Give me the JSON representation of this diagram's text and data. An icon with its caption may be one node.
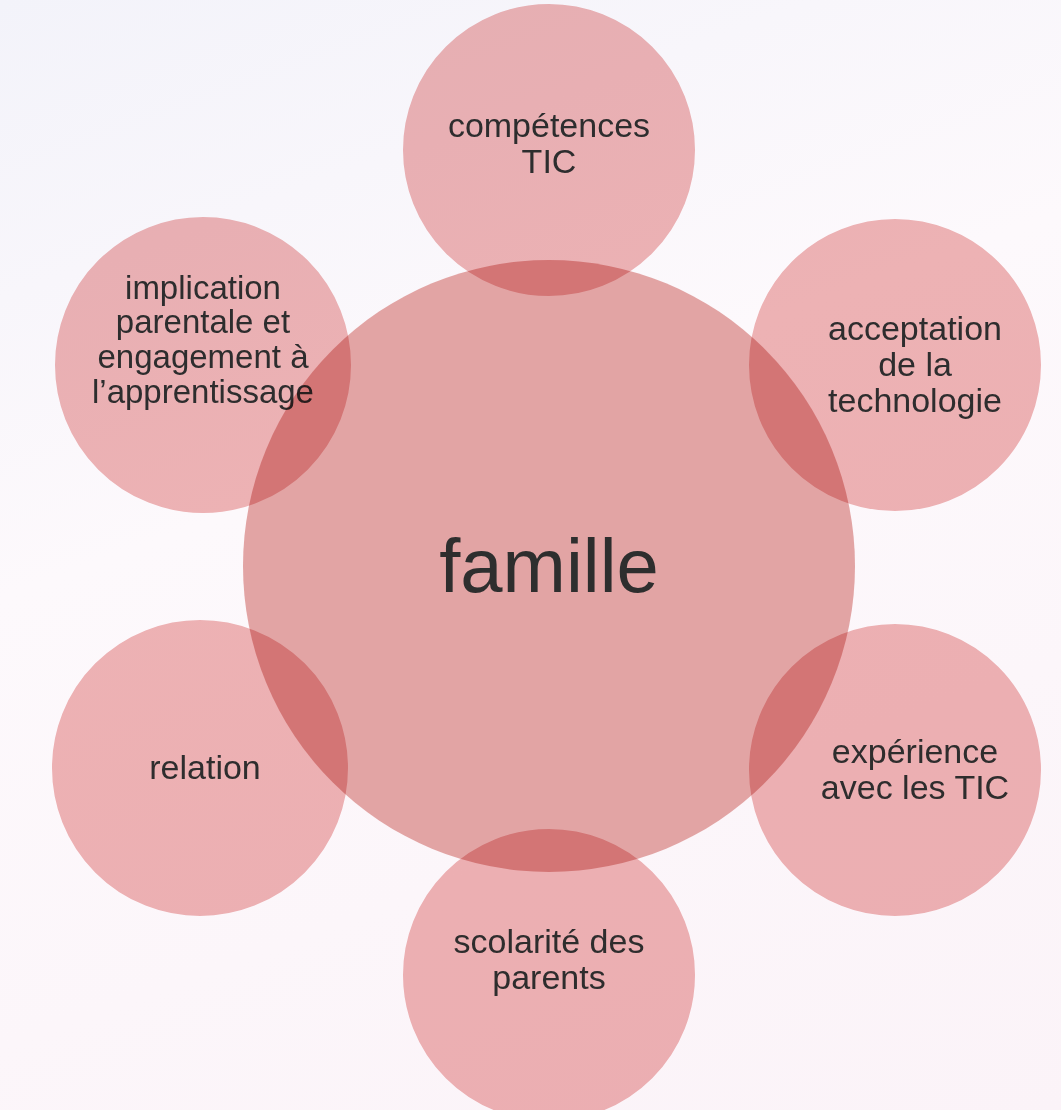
{
  "diagram": {
    "nodes": [
      {
        "text": [
          "compétences TIC"
        ]
      },
      {
        "text": [
          "implication parentale et engagement à l’apprentissage"
        ]
      },
      {
        "text": [
          "acceptation de la technologie"
        ]
      },
      {
        "text": [
          "famille"
        ]
      },
      {
        "text": [
          "relation"
        ]
      },
      {
        "text": [
          "expérience avec les TIC"
        ]
      },
      {
        "text": [
          "scolarité des parents"
        ]
      }
    ]
  }
}
